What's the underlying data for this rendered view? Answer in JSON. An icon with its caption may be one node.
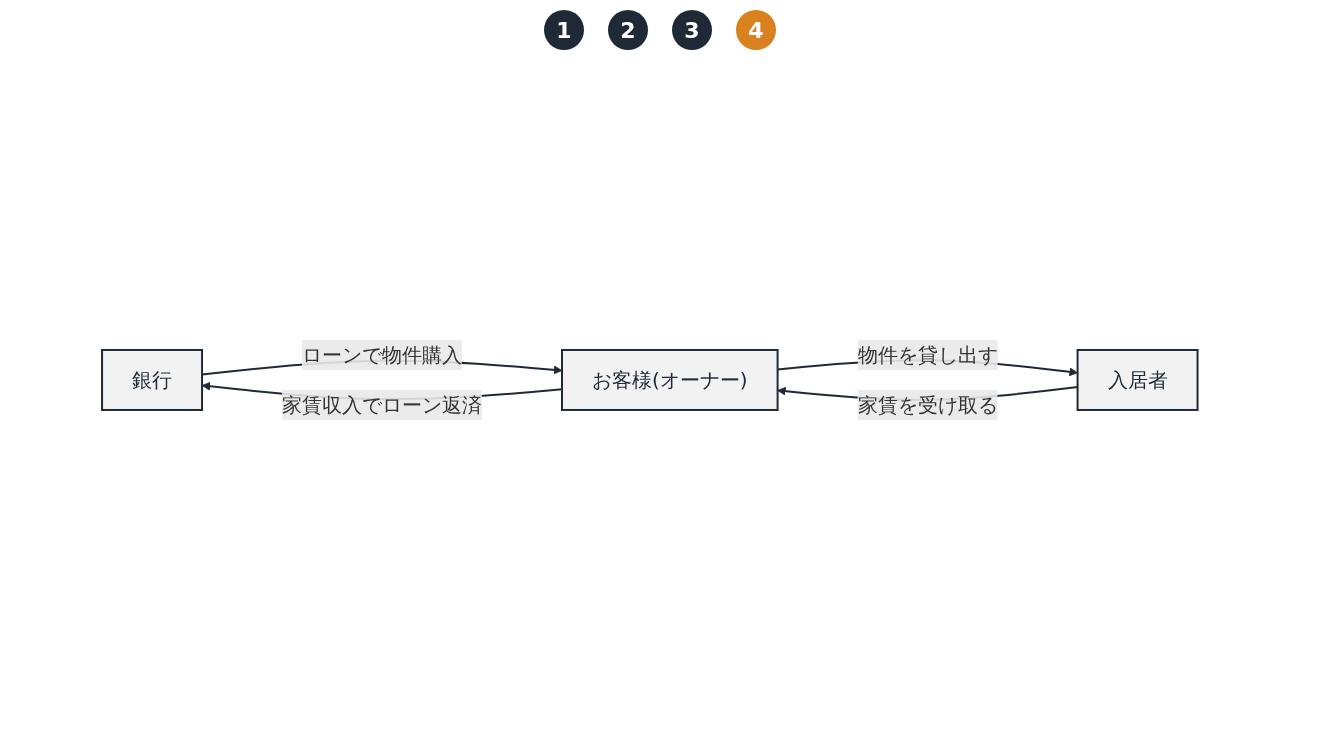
{
  "diagram": {
    "nodes": [
      {
        "text": [
          "銀行"
        ]
      },
      {
        "text": [
          "お客様(オーナー)"
        ]
      },
      {
        "text": [
          "入居者"
        ]
      }
    ],
    "edges": [
      {
        "from": 0,
        "to": 1,
        "arrow": "to",
        "label": "ローンで物件購入"
      },
      {
        "from": 1,
        "to": 2,
        "arrow": "to",
        "label": "物件を貸し出す"
      },
      {
        "from": 2,
        "to": 1,
        "arrow": "to",
        "label": "家賃を受け取る"
      },
      {
        "from": 1,
        "to": 0,
        "arrow": "to",
        "label": "家賃収入でローン返済"
      }
    ],
    "labels": [
      "1",
      "2",
      "3",
      "4"
    ]
  }
}
